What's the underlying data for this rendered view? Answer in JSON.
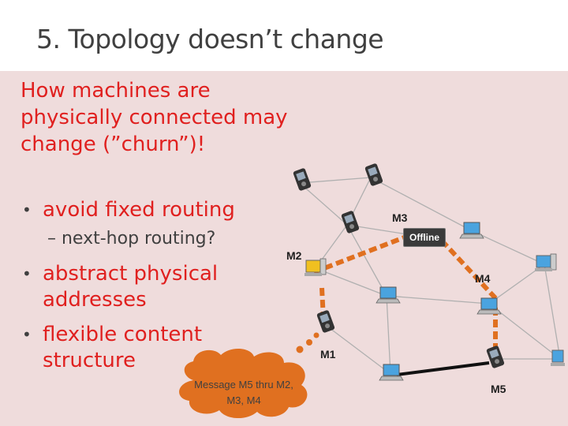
{
  "slide": {
    "title": "5. Topology doesn’t change",
    "heading": "How machines are physically connected may change (”churn”)!",
    "bullets": [
      {
        "text": "avoid fixed routing",
        "sub": "– next-hop routing?"
      },
      {
        "text": "abstract physical\naddresses"
      },
      {
        "text": "flexible content\nstructure"
      }
    ],
    "bullet_glyph": "•"
  },
  "network": {
    "labels": {
      "m1": "M1",
      "m2": "M2",
      "m3": "M3",
      "m4": "M4",
      "m5": "M5"
    },
    "offline_badge": "Offline",
    "message_cloud": "Message M5 thru M2, M3, M4"
  },
  "colors": {
    "panel": "#efdcdc",
    "heading": "#e0201f",
    "route": "#e07020",
    "link": "#b0b0b0",
    "direct_link": "#111111"
  }
}
